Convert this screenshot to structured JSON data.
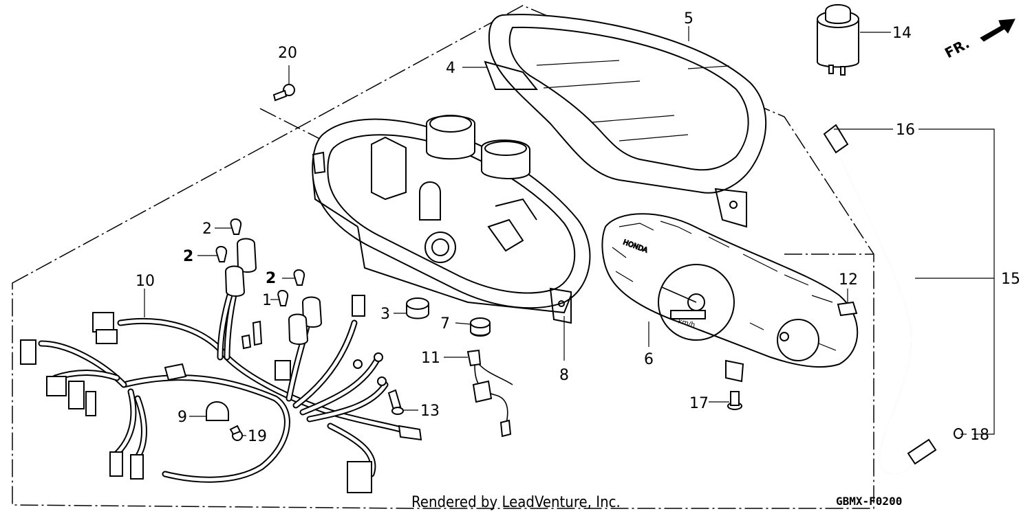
{
  "diagram": {
    "callouts": [
      {
        "id": "c1",
        "text": "1"
      },
      {
        "id": "c2a",
        "text": "2"
      },
      {
        "id": "c2b",
        "text": "2"
      },
      {
        "id": "c2c",
        "text": "2"
      },
      {
        "id": "c3",
        "text": "3"
      },
      {
        "id": "c4",
        "text": "4"
      },
      {
        "id": "c5",
        "text": "5"
      },
      {
        "id": "c6",
        "text": "6"
      },
      {
        "id": "c7",
        "text": "7"
      },
      {
        "id": "c8",
        "text": "8"
      },
      {
        "id": "c9",
        "text": "9"
      },
      {
        "id": "c10",
        "text": "10"
      },
      {
        "id": "c11",
        "text": "11"
      },
      {
        "id": "c12",
        "text": "12"
      },
      {
        "id": "c13",
        "text": "13"
      },
      {
        "id": "c14",
        "text": "14"
      },
      {
        "id": "c15",
        "text": "15"
      },
      {
        "id": "c16",
        "text": "16"
      },
      {
        "id": "c17",
        "text": "17"
      },
      {
        "id": "c18",
        "text": "18"
      },
      {
        "id": "c19",
        "text": "19"
      },
      {
        "id": "c20",
        "text": "20"
      }
    ],
    "direction_label": "FR.",
    "watermark": "Rendered by LeadVenture, Inc.",
    "diagram_code": "GBMX-F0200",
    "panel_text": {
      "brand": "HONDA",
      "unit": "km/h"
    }
  }
}
